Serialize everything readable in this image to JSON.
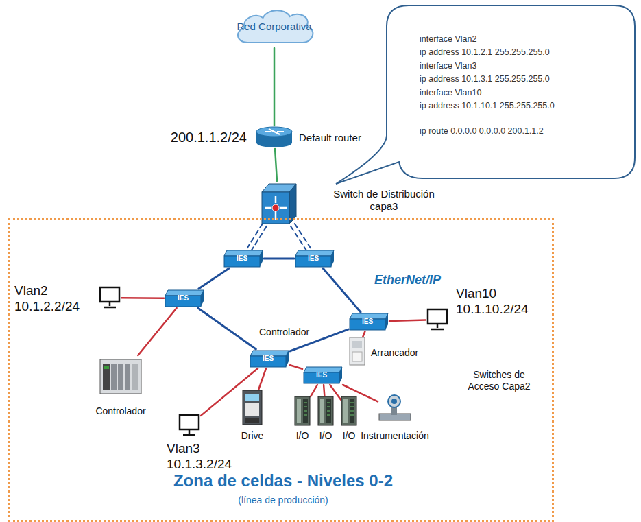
{
  "diagram": {
    "nodes": [
      {
        "text": [
          "Red Corporativa"
        ]
      },
      {
        "text": [
          "interface Vlan2",
          "ip address 10.1.2.1 255.255.255.0",
          "interface Vlan3",
          "ip address 10.1.3.1 255.255.255.0",
          "interface Vlan10",
          "ip address 10.1.10.1 255.255.255.0",
          "ip route 0.0.0.0 0.0.0.0 200.1.1.2"
        ]
      },
      {
        "text": [
          "200.1.1.2/24",
          "Default router"
        ]
      },
      {
        "text": [
          "Switch de Distribución capa3"
        ]
      },
      {
        "text": [
          "Zona de celdas - Niveles 0-2",
          "(línea de producción)"
        ]
      },
      {
        "text": [
          "IES"
        ],
        "in": 4
      },
      {
        "text": [
          "IES"
        ],
        "in": 4
      },
      {
        "text": [
          "Vlan2 10.1.2.2/24"
        ],
        "in": 4
      },
      {
        "text": [
          "IES"
        ],
        "in": 4
      },
      {
        "text": [
          "IES"
        ],
        "in": 4
      },
      {
        "text": [
          "Vlan10 10.1.10.2/24"
        ],
        "in": 4
      },
      {
        "text": [
          "Controlador"
        ],
        "in": 4
      },
      {
        "text": [
          "IES"
        ],
        "in": 4
      },
      {
        "text": [
          "Arrancador"
        ],
        "in": 4
      },
      {
        "text": [
          "Drive"
        ],
        "in": 4
      },
      {
        "text": [
          "IES"
        ],
        "in": 4
      },
      {
        "text": [
          "Instrumentación"
        ],
        "in": 4
      },
      {
        "text": [
          "Vlan3 10.1.3.2/24"
        ],
        "in": 4
      },
      {
        "text": [
          "I/O"
        ],
        "in": 4
      },
      {
        "text": [
          "I/O"
        ],
        "in": 4
      },
      {
        "text": [
          "I/O"
        ],
        "in": 4
      }
    ],
    "edges": [
      {
        "from": 0,
        "to": 2,
        "arrow": "none"
      },
      {
        "from": 2,
        "to": 3,
        "arrow": "none"
      },
      {
        "from": 3,
        "to": 5,
        "arrow": "none"
      },
      {
        "from": 3,
        "to": 6,
        "arrow": "none"
      },
      {
        "from": 5,
        "to": 6,
        "arrow": "none"
      },
      {
        "from": 5,
        "to": 8,
        "arrow": "none"
      },
      {
        "from": 8,
        "to": 12,
        "arrow": "none"
      },
      {
        "from": 12,
        "to": 9,
        "arrow": "none"
      },
      {
        "from": 9,
        "to": 6,
        "arrow": "none"
      },
      {
        "from": 8,
        "to": 7,
        "arrow": "none"
      },
      {
        "from": 8,
        "to": 11,
        "arrow": "none"
      },
      {
        "from": 12,
        "to": 17,
        "arrow": "none"
      },
      {
        "from": 12,
        "to": 14,
        "arrow": "none"
      },
      {
        "from": 12,
        "to": 15,
        "arrow": "none"
      },
      {
        "from": 15,
        "to": 18,
        "arrow": "none"
      },
      {
        "from": 15,
        "to": 19,
        "arrow": "none"
      },
      {
        "from": 15,
        "to": 20,
        "arrow": "none"
      },
      {
        "from": 15,
        "to": 16,
        "arrow": "none"
      },
      {
        "from": 9,
        "to": 10,
        "arrow": "none"
      },
      {
        "from": 9,
        "to": 13,
        "arrow": "none"
      }
    ],
    "labels": [
      "EtherNet/IP",
      "Controlador",
      "Switches de Acceso Capa2"
    ]
  }
}
